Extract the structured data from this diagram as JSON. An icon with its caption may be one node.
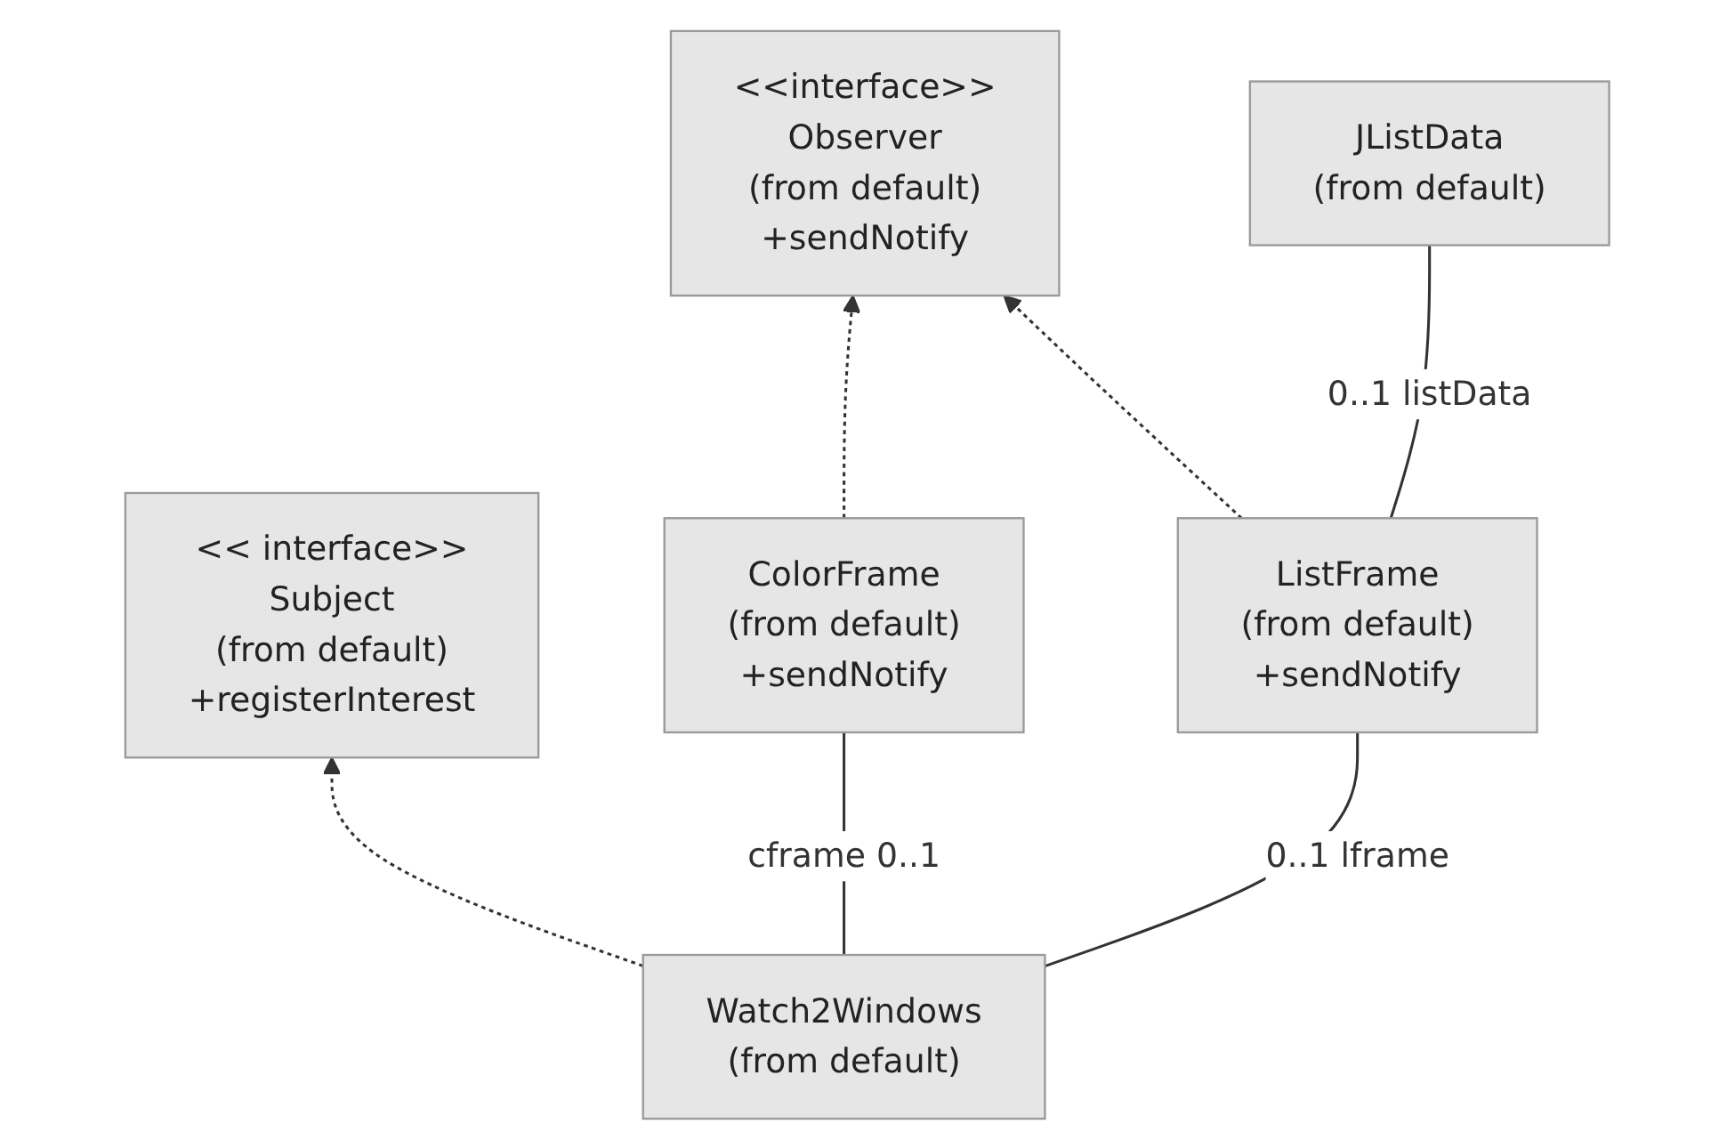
{
  "diagram": {
    "nodes": [
      {
        "text": [
          "<<interface>>",
          "Observer",
          "(from default)",
          "+sendNotify"
        ]
      },
      {
        "text": [
          "<< interface>>",
          "Subject",
          "(from default)",
          "+registerInterest"
        ]
      },
      {
        "text": [
          "ColorFrame",
          "(from default)",
          "+sendNotify"
        ]
      },
      {
        "text": [
          "ListFrame",
          "(from default)",
          "+sendNotify"
        ]
      },
      {
        "text": [
          "Watch2Windows",
          "(from default)"
        ]
      },
      {
        "text": [
          "JListData",
          "(from default)"
        ]
      }
    ],
    "edges": [
      {
        "from": 2,
        "to": 0,
        "arrow": "to",
        "style": "dashed"
      },
      {
        "from": 3,
        "to": 0,
        "arrow": "to",
        "style": "dashed"
      },
      {
        "from": 4,
        "to": 1,
        "arrow": "to",
        "style": "dashed"
      },
      {
        "from": 4,
        "to": 2,
        "arrow": "none",
        "label": "cframe 0..1"
      },
      {
        "from": 4,
        "to": 3,
        "arrow": "none",
        "label": "0..1 lframe"
      },
      {
        "from": 3,
        "to": 5,
        "arrow": "none",
        "label": "0..1 listData"
      }
    ]
  }
}
